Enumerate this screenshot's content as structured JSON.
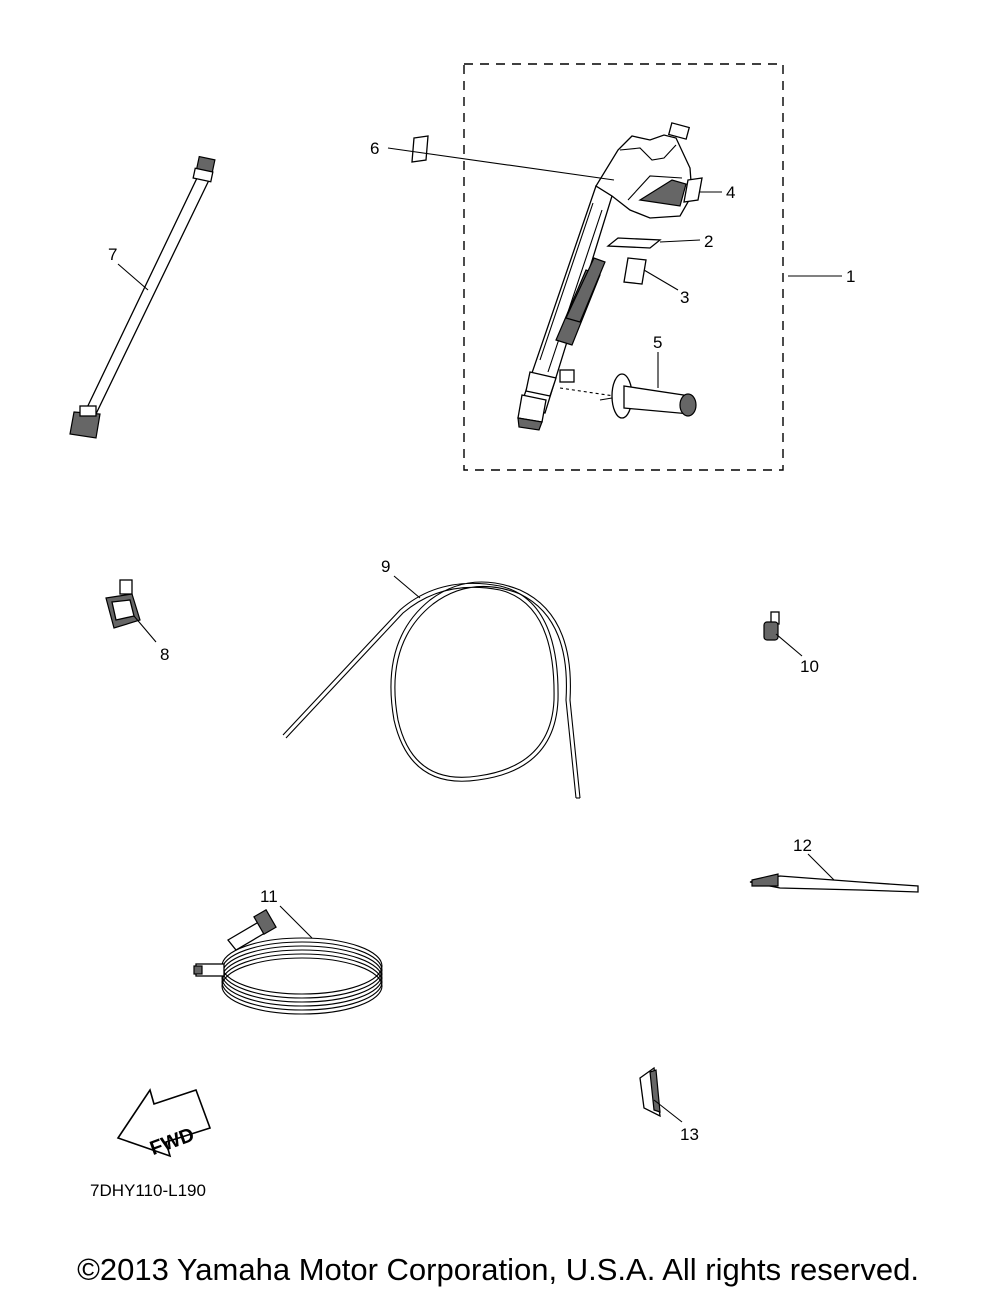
{
  "callouts": {
    "c1": "1",
    "c2": "2",
    "c3": "3",
    "c4": "4",
    "c5": "5",
    "c6": "6",
    "c7": "7",
    "c8": "8",
    "c9": "9",
    "c10": "10",
    "c11": "11",
    "c12": "12",
    "c13": "13"
  },
  "fwd_label": "FWD",
  "diagram_code": "7DHY110-L190",
  "copyright": "©2013 Yamaha Motor Corporation, U.S.A. All rights reserved."
}
